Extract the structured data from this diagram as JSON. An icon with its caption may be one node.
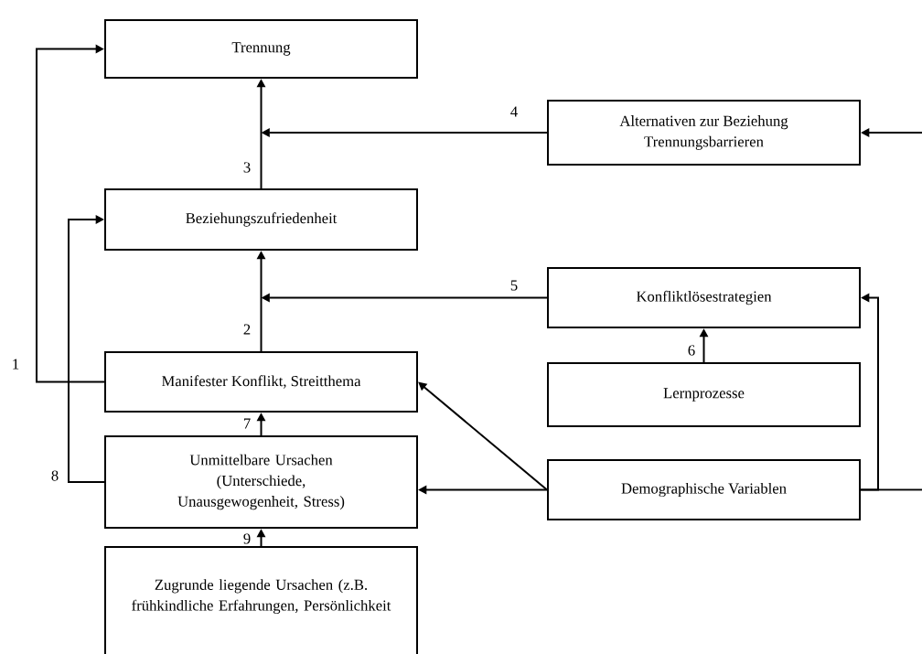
{
  "diagram": {
    "nodes": [
      {
        "text": [
          "Trennung"
        ]
      },
      {
        "text": [
          "Alternativen zur Beziehung",
          "Trennungsbarrieren"
        ]
      },
      {
        "text": [
          "Beziehungszufriedenheit"
        ]
      },
      {
        "text": [
          "Konfliktlösestrategien"
        ]
      },
      {
        "text": [
          "Manifester Konflikt, Streitthema"
        ]
      },
      {
        "text": [
          "Lernprozesse"
        ]
      },
      {
        "text": [
          "Unmittelbare Ursachen (Unterschiede, Unausgewogenheit, Stress)"
        ]
      },
      {
        "text": [
          "Demographische Variablen"
        ]
      },
      {
        "text": [
          "Zugrunde liegende Ursachen (z.B. frühkindliche Erfahrungen, Persönlichkeit"
        ]
      }
    ],
    "edges": [
      {
        "from": 4,
        "to": 0,
        "arrow": "to",
        "label": "1"
      },
      {
        "from": 2,
        "to": 0,
        "arrow": "to",
        "label": "3"
      },
      {
        "from": 1,
        "to": null,
        "arrow": "to",
        "label": "4"
      },
      {
        "from": null,
        "to": 1,
        "arrow": "to"
      },
      {
        "from": 4,
        "to": 2,
        "arrow": "to",
        "label": "2"
      },
      {
        "from": 3,
        "to": null,
        "arrow": "to",
        "label": "5"
      },
      {
        "from": 5,
        "to": 3,
        "arrow": "to",
        "label": "6"
      },
      {
        "from": 6,
        "to": 4,
        "arrow": "to",
        "label": "7"
      },
      {
        "from": 6,
        "to": 2,
        "arrow": "to",
        "label": "8"
      },
      {
        "from": 8,
        "to": 6,
        "arrow": "to",
        "label": "9"
      },
      {
        "from": 7,
        "to": 4,
        "arrow": "to"
      },
      {
        "from": 7,
        "to": 6,
        "arrow": "to"
      },
      {
        "from": 7,
        "to": 3,
        "arrow": "to"
      },
      {
        "from": 7,
        "to": null,
        "arrow": "none"
      }
    ]
  }
}
